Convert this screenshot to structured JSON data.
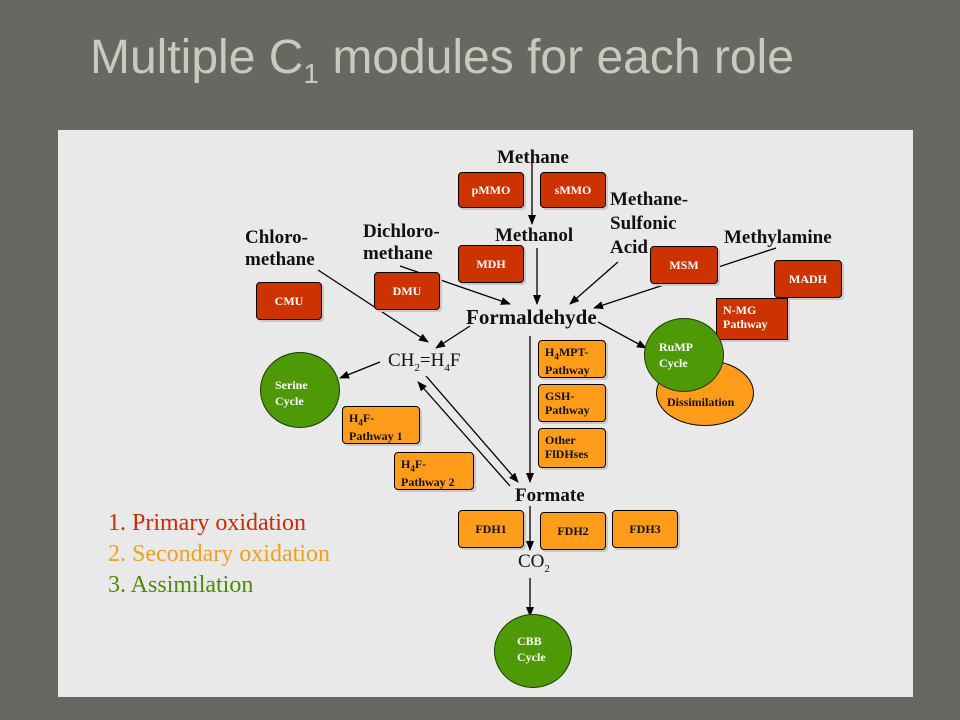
{
  "title": {
    "main": "Multiple C",
    "subscript": "1",
    "rest": " modules for each role"
  },
  "substrates": {
    "methane": "Methane",
    "methanol": "Methanol",
    "chloromethane_1": "Chloro-",
    "chloromethane_2": "methane",
    "dichloromethane_1": "Dichloro-",
    "dichloromethane_2": "methane",
    "msa_1": "Methane-",
    "msa_2": "Sulfonic",
    "msa_3": "Acid",
    "methylamine": "Methylamine",
    "formaldehyde": "Formaldehyde",
    "ch2h4f": {
      "a": "CH",
      "b": "2",
      "c": "=H",
      "d": "4",
      "e": "F"
    },
    "formate": "Formate",
    "co2": {
      "a": "CO",
      "b": "2"
    }
  },
  "primary_modules": {
    "pmmo": "pMMO",
    "smmo": "sMMO",
    "mdh": "MDH",
    "dmu": "DMU",
    "cmu": "CMU",
    "msm": "MSM",
    "madh": "MADH",
    "nmg_1": "N-MG",
    "nmg_2": "Pathway"
  },
  "secondary_modules": {
    "h4mpt": {
      "a": "H",
      "b": "4",
      "c": "MPT-",
      "line2": "Pathway"
    },
    "gsh": {
      "line1": "GSH-",
      "line2": "Pathway"
    },
    "other": {
      "line1": "Other",
      "line2": "FlDHses"
    },
    "h4f1": {
      "a": "H",
      "b": "4",
      "c": "F-",
      "line2": "Pathway 1"
    },
    "h4f2": {
      "a": "H",
      "b": "4",
      "c": "F-",
      "line2": "Pathway 2"
    },
    "fdh1": "FDH1",
    "fdh2": "FDH2",
    "fdh3": "FDH3",
    "dissimilation": "Dissimilation"
  },
  "assimilation_modules": {
    "serine_1": "Serine",
    "serine_2": "Cycle",
    "rump_1": "RuMP",
    "rump_2": "Cycle",
    "cbb_1": "CBB",
    "cbb_2": "Cycle"
  },
  "legend": {
    "primary": "1. Primary oxidation",
    "secondary": "2. Secondary oxidation",
    "assimilation": "3. Assimilation"
  },
  "colors": {
    "background": "#666861",
    "panel": "#e9e9e9",
    "primary": "#cc3300",
    "secondary": "#ff9c1a",
    "assimilation": "#4e9a06",
    "legend_primary": "#cc2a00",
    "legend_secondary": "#f0a020",
    "legend_assimilation": "#4e8a06"
  }
}
